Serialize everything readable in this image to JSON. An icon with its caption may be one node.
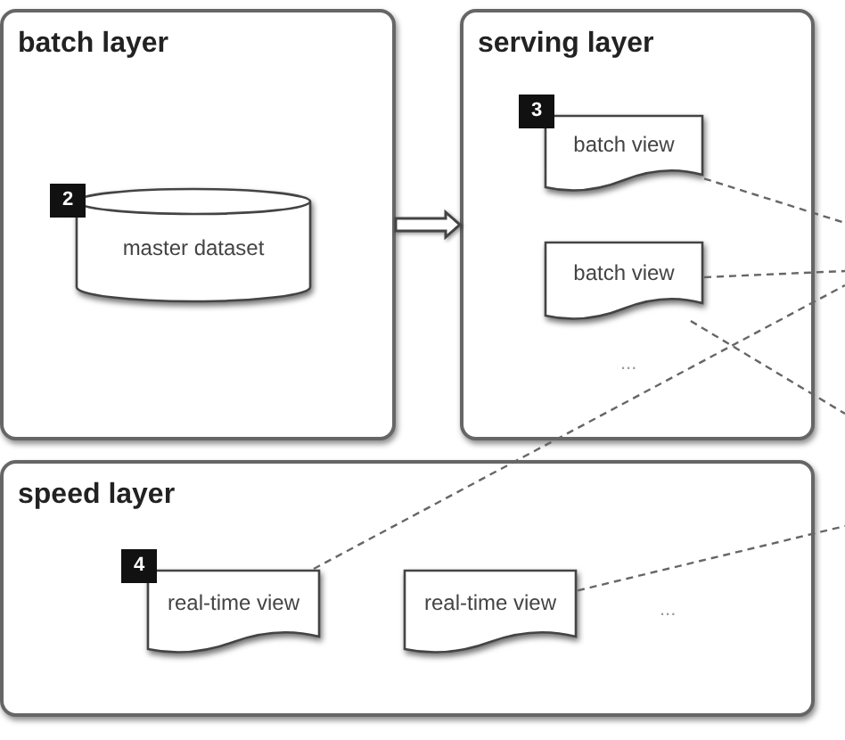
{
  "diagram": {
    "nodes": [
      {
        "text": [
          "batch layer"
        ]
      },
      {
        "text": [
          "master dataset"
        ],
        "in": 0,
        "beside": [
          "2"
        ]
      },
      {
        "text": [
          "serving layer"
        ]
      },
      {
        "text": [
          "batch view"
        ],
        "in": 2,
        "beside": [
          "3"
        ]
      },
      {
        "text": [
          "batch view"
        ],
        "in": 2
      },
      {
        "text": [
          "speed layer"
        ]
      },
      {
        "text": [
          "real-time view"
        ],
        "in": 5,
        "beside": [
          "4"
        ]
      },
      {
        "text": [
          "real-time view"
        ],
        "in": 5
      }
    ],
    "edges": [
      {
        "from": 0,
        "to": 2,
        "arrow": "to"
      },
      {
        "from": 3,
        "to": null,
        "arrow": "none",
        "style": "dashed"
      },
      {
        "from": 4,
        "to": null,
        "arrow": "none",
        "style": "dashed"
      },
      {
        "from": 4,
        "to": null,
        "arrow": "none",
        "style": "dashed"
      },
      {
        "from": 6,
        "to": null,
        "arrow": "none",
        "style": "dashed"
      },
      {
        "from": 7,
        "to": null,
        "arrow": "none",
        "style": "dashed"
      }
    ],
    "labels": [
      "...",
      "..."
    ]
  }
}
